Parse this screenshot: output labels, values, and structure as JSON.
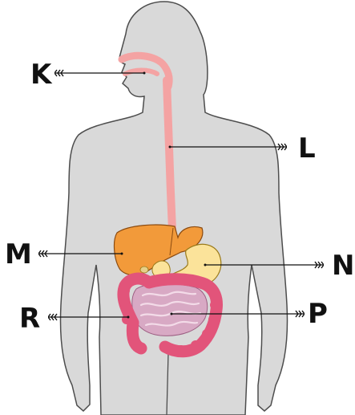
{
  "labels": {
    "k": "K",
    "l": "L",
    "m": "M",
    "n": "N",
    "p": "P",
    "r": "R"
  },
  "colors": {
    "body_fill": "#d9d9d9",
    "body_outline": "#4d4d4d",
    "esophagus": "#f4a3a3",
    "liver": "#f29a3a",
    "stomach": "#fbe39a",
    "small_intestine": "#d8a9c4",
    "large_intestine": "#e2547a",
    "pancreas": "#fbe39a",
    "leader_line": "#111111"
  }
}
